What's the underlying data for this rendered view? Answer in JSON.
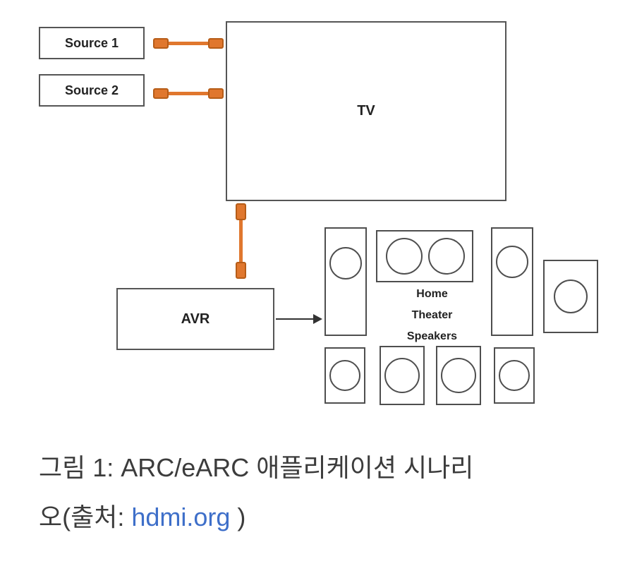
{
  "diagram": {
    "source1_label": "Source 1",
    "source2_label": "Source 2",
    "tv_label": "TV",
    "avr_label": "AVR",
    "speakers_label": [
      "Home",
      "Theater",
      "Speakers"
    ],
    "cable_color": "#e0772e",
    "connector_border_color": "#b65c17",
    "box_border_color": "#555555"
  },
  "caption": {
    "line1": "그림 1: ARC/eARC 애플리케이션 시나리",
    "line2_prefix": "오(출처: ",
    "link_text": "hdmi.org",
    "line2_suffix": " )",
    "text_color": "#3c3c3c",
    "link_color": "#3e6fc9"
  }
}
